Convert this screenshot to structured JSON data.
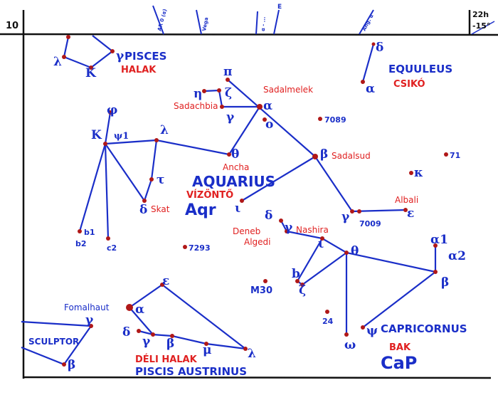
{
  "frame": {
    "hour_label": "10",
    "ra_label": "22h",
    "dec_label": "-15°"
  },
  "arrows": [
    "AR 0 (α)",
    "Vega",
    "α - ...",
    "E",
    "Ang. α"
  ],
  "constellations": {
    "pisces": {
      "name": "PISCES",
      "hungarian": "HALAK"
    },
    "equuleus": {
      "name": "EQUULEUS",
      "hungarian": "CSIKÓ"
    },
    "aquarius": {
      "name": "AQUARIUS",
      "hungarian": "VÍZÖNTŐ",
      "abbr": "Aqr"
    },
    "capricornus": {
      "name": "CAPRICORNUS",
      "hungarian": "BAK",
      "abbr": "CaP"
    },
    "piscis_austrinus": {
      "name": "PISCIS AUSTRINUS",
      "hungarian": "DÉLI HALAK"
    },
    "sculptor": {
      "name": "SCULPTOR"
    }
  },
  "star_names": {
    "sadalmelek": "Sadalmelek",
    "sadachbia": "Sadachbia",
    "ancha": "Ancha",
    "sadalsud": "Sadalsud",
    "skat": "Skat",
    "albali": "Albali",
    "nashira": "Nashira",
    "deneb": "Deneb",
    "algedi": "Algedi",
    "fomalhaut": "Fomalhaut"
  },
  "objects": [
    "7089",
    "7009",
    "7293",
    "M30",
    "24",
    "71"
  ],
  "greek": {
    "alpha": "α",
    "beta": "β",
    "gamma": "γ",
    "delta": "δ",
    "epsilon": "ε",
    "zeta": "ζ",
    "eta": "η",
    "theta": "θ",
    "iota": "ι",
    "kappa": "κ",
    "lambda": "λ",
    "mu": "μ",
    "pi": "π",
    "phi": "φ",
    "psi": "ψ1",
    "tau": "τ",
    "omega": "ω",
    "omicron": "ο",
    "psi2": "ψ",
    "b": "b",
    "b1": "b1",
    "b2": "b2",
    "c2": "c2",
    "a1": "α1",
    "a2": "α2",
    "k": "K"
  }
}
